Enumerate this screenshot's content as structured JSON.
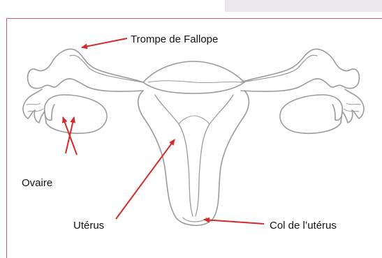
{
  "labels": {
    "fallopian_tube": "Trompe de Fallope",
    "ovary": "Ovaire",
    "uterus": "Utérus",
    "cervix": "Col de l’utérus"
  },
  "colors": {
    "frame_line": "#d35a6a",
    "header_band": "#ebe8eb",
    "arrow": "#d62a2a",
    "organ_outline": "#9a9a9a",
    "organ_fill": "#ffffff"
  }
}
